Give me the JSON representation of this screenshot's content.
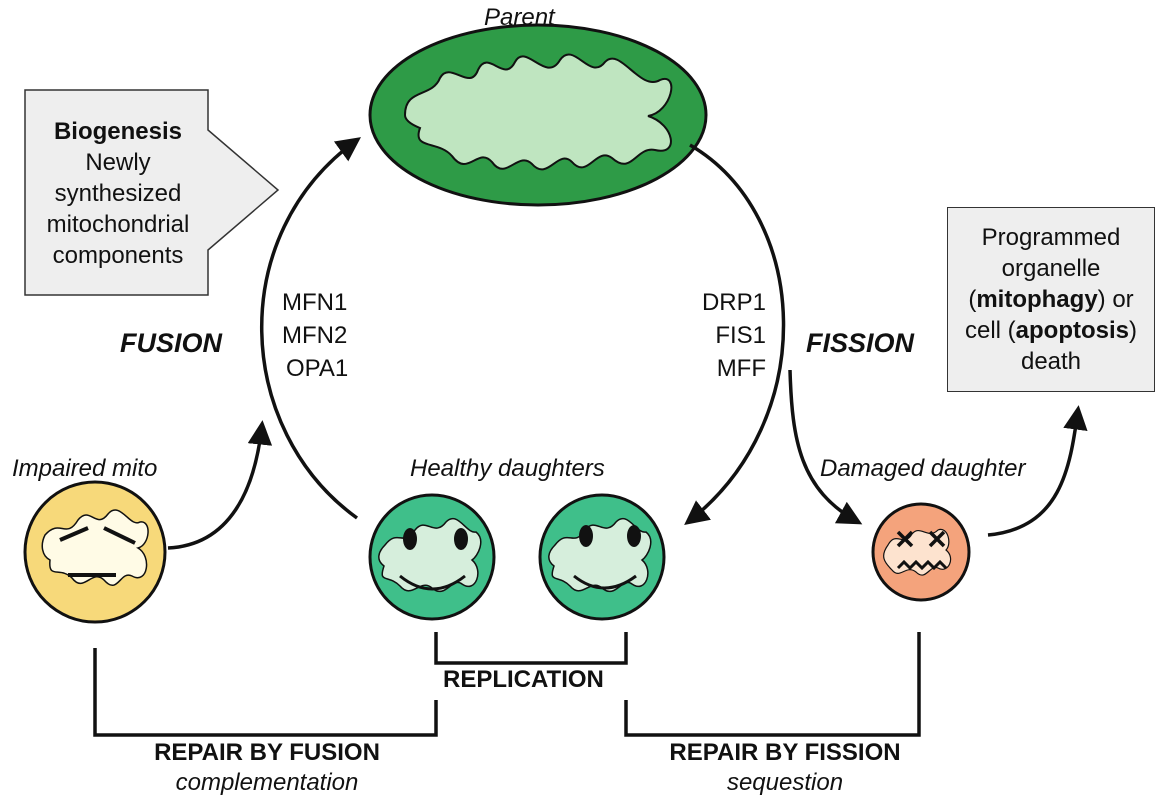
{
  "parent_label": "Parent",
  "biogenesis": {
    "title": "Biogenesis",
    "lines": [
      "Newly",
      "synthesized",
      "mitochondrial",
      "components"
    ]
  },
  "fusion": {
    "label": "FUSION",
    "proteins": [
      "MFN1",
      "MFN2",
      "OPA1"
    ]
  },
  "fission": {
    "label": "FISSION",
    "proteins": [
      "DRP1",
      "FIS1",
      "MFF"
    ]
  },
  "outcome": {
    "line1": "Programmed",
    "line2": "organelle",
    "line3_bold": "mitophagy",
    "line3_rest": ") or",
    "line4_prefix": "cell (",
    "line4_bold": "apoptosis",
    "line4_suffix": ")",
    "line5": "death"
  },
  "impaired_label": "Impaired mito",
  "healthy_label": "Healthy daughters",
  "damaged_label": "Damaged daughter",
  "replication_label": "REPLICATION",
  "repair_fusion": {
    "title": "REPAIR BY FUSION",
    "subtitle": "complementation"
  },
  "repair_fission": {
    "title": "REPAIR BY FISSION",
    "subtitle": "sequestion"
  },
  "colors": {
    "parent_outer": "#2e9b47",
    "parent_inner": "#bfe5c0",
    "healthy_outer": "#3fbf8a",
    "healthy_inner": "#d6eedc",
    "impaired_outer": "#f7d97a",
    "impaired_inner": "#fffbe6",
    "damaged_outer": "#f4a37c",
    "damaged_inner": "#fde3cf",
    "box_fill": "#eeeeee"
  }
}
